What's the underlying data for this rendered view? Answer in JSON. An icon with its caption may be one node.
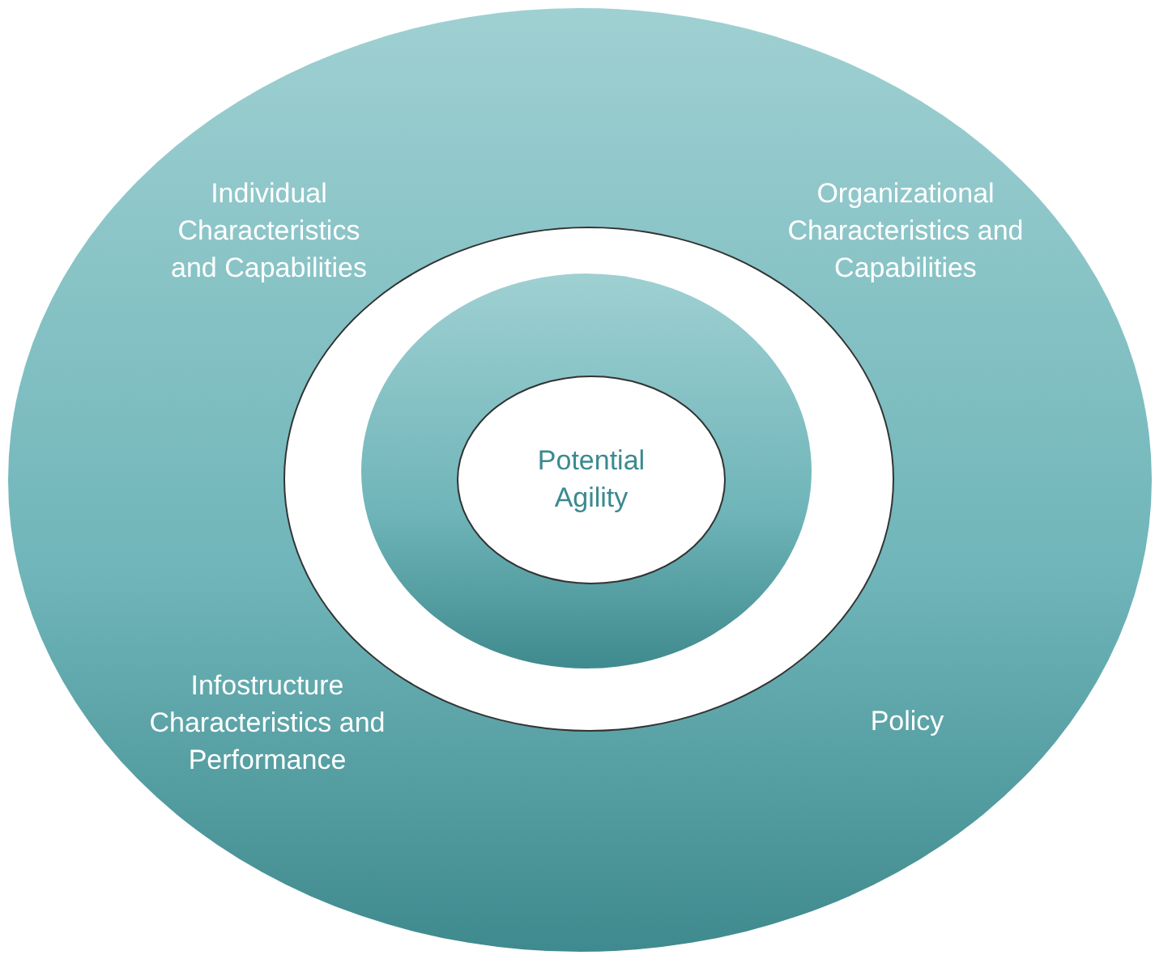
{
  "diagram": {
    "nodes": [
      {
        "text": [
          "Individual Characteristics and Capabilities",
          "Organizational Characteristics and Capabilities",
          "Infostructure Characteristics and Performance",
          "Policy"
        ]
      },
      {
        "text": [],
        "shape": "circle",
        "in": 0
      },
      {
        "text": [],
        "shape": "circle",
        "in": 1
      },
      {
        "text": [
          "Potential Agility"
        ],
        "in": 2
      }
    ],
    "edges": []
  }
}
